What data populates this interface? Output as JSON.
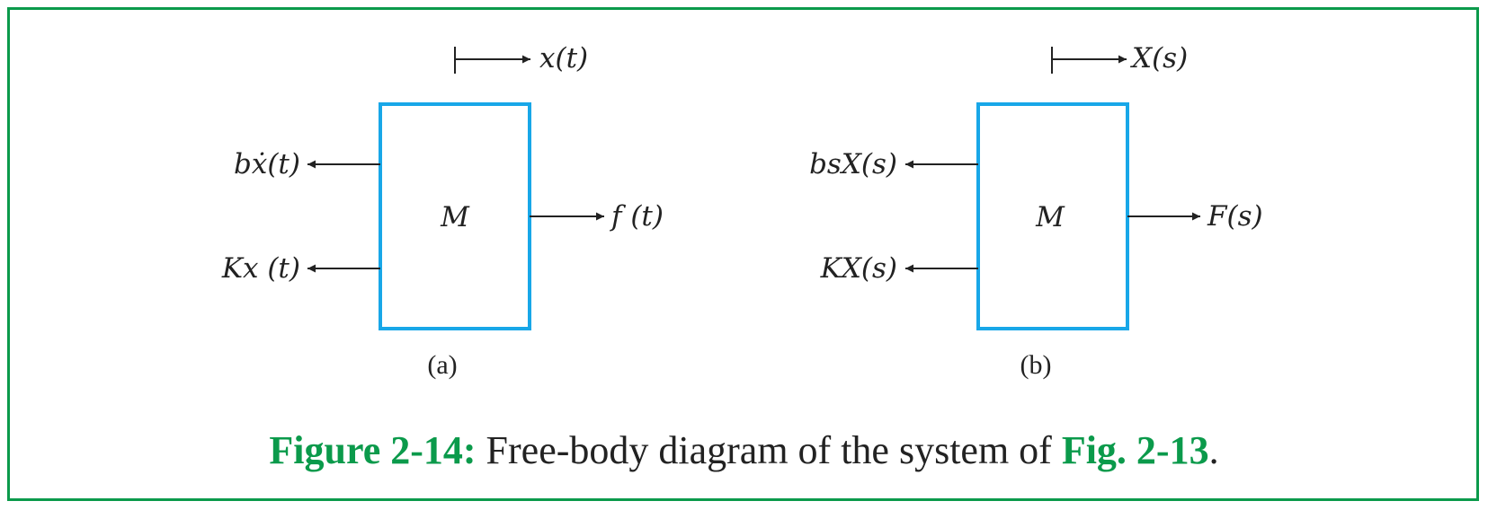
{
  "panel_a": {
    "displacement_label": "x(t)",
    "mass_label": "M",
    "damper_force_label": "bẋ(t)",
    "spring_force_label": "Kx (t)",
    "applied_force_label": "f (t)",
    "caption": "(a)"
  },
  "panel_b": {
    "displacement_label": "X(s)",
    "mass_label": "M",
    "damper_force_label": "bsX(s)",
    "spring_force_label": "KX(s)",
    "applied_force_label": "F(s)",
    "caption": "(b)"
  },
  "figure_caption": {
    "label": "Figure 2-14:",
    "text": " Free-body diagram of the system of ",
    "reference": "Fig. 2-13",
    "end": "."
  },
  "colors": {
    "frame": "#0b9a4b",
    "box": "#18a7e8",
    "caption_label": "#0b9a4b"
  }
}
